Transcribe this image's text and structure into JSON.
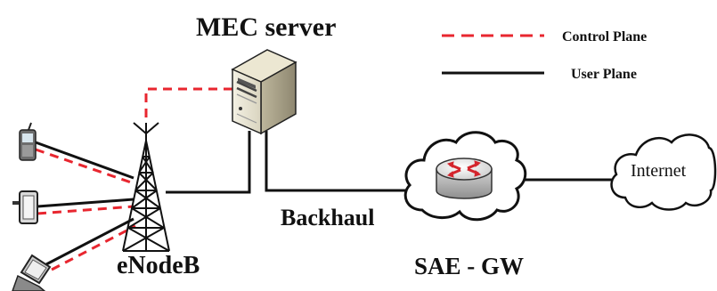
{
  "labels": {
    "mec_server": "MEC server",
    "enodeb": "eNodeB",
    "backhaul": "Backhaul",
    "sae_gw": "SAE - GW",
    "internet": "Internet"
  },
  "legend": {
    "control_plane": "Control Plane",
    "user_plane": "User Plane"
  },
  "colors": {
    "control_plane": "#e8262f",
    "user_plane": "#111111"
  },
  "icons": [
    "server-icon",
    "cell-tower-icon",
    "router-icon",
    "cloud-icon",
    "phone-icon",
    "tablet-icon",
    "laptop-icon"
  ]
}
